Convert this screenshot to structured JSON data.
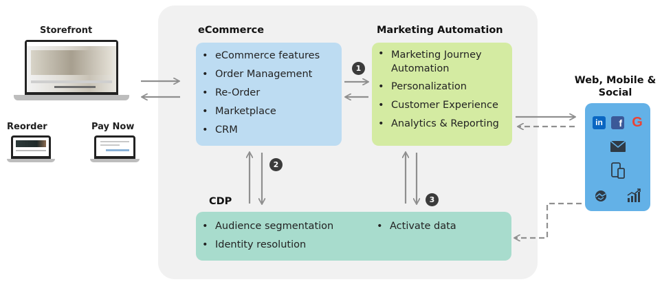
{
  "storefront": {
    "label": "Storefront"
  },
  "reorder": {
    "label": "Reorder"
  },
  "paynow": {
    "label": "Pay Now"
  },
  "ecommerce": {
    "title": "eCommerce",
    "items": [
      "eCommerce features",
      "Order Management",
      "Re-Order",
      "Marketplace",
      "CRM"
    ]
  },
  "marketing": {
    "title": "Marketing Automation",
    "items": [
      "Marketing Journey Automation",
      "Personalization",
      "Customer Experience",
      "Analytics & Reporting"
    ]
  },
  "cdp": {
    "title": "CDP",
    "left_items": [
      "Audience segmentation",
      "Identity resolution"
    ],
    "right_items": [
      "Activate data"
    ]
  },
  "web": {
    "title_line1": "Web, Mobile &",
    "title_line2": "Social",
    "icons": [
      "linkedin-icon",
      "facebook-icon",
      "google-icon",
      "mail-icon",
      "devices-icon",
      "handshake-icon",
      "analytics-icon"
    ],
    "linkedin_glyph": "in",
    "facebook_glyph": "f",
    "google_glyph": "G"
  },
  "badges": {
    "one": "1",
    "two": "2",
    "three": "3"
  },
  "colors": {
    "ecommerce": "#bddcf2",
    "marketing": "#d4eba2",
    "cdp": "#a8dccd",
    "web": "#63b1e7",
    "arrow": "#8f8f8f"
  }
}
